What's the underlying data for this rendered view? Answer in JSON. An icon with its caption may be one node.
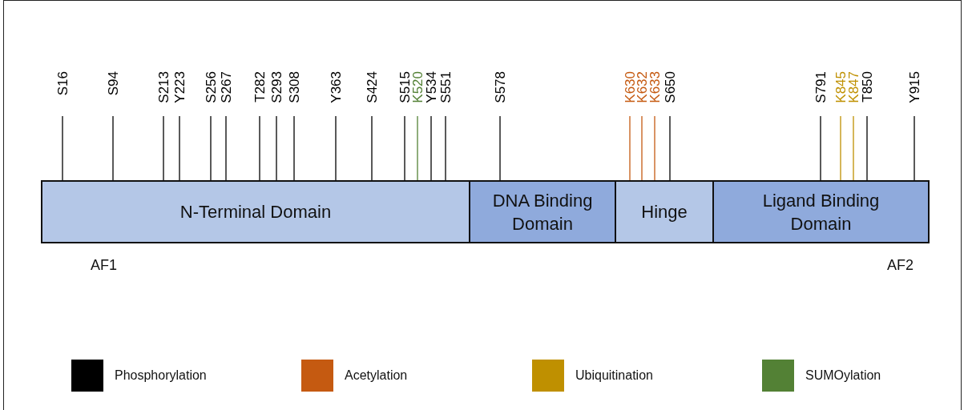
{
  "diagram": {
    "nodes": [
      {
        "text": [
          "S16"
        ]
      },
      {
        "text": [
          "S94"
        ]
      },
      {
        "text": [
          "S213"
        ]
      },
      {
        "text": [
          "Y223"
        ]
      },
      {
        "text": [
          "S256"
        ]
      },
      {
        "text": [
          "S267"
        ]
      },
      {
        "text": [
          "T282"
        ]
      },
      {
        "text": [
          "S293"
        ]
      },
      {
        "text": [
          "S308"
        ]
      },
      {
        "text": [
          "Y363"
        ]
      },
      {
        "text": [
          "S424"
        ]
      },
      {
        "text": [
          "S515"
        ]
      },
      {
        "text": [
          "K520"
        ]
      },
      {
        "text": [
          "Y534"
        ]
      },
      {
        "text": [
          "S551"
        ]
      },
      {
        "text": [
          "S578"
        ]
      },
      {
        "text": [
          "K630"
        ]
      },
      {
        "text": [
          "K632"
        ]
      },
      {
        "text": [
          "K633"
        ]
      },
      {
        "text": [
          "S650"
        ]
      },
      {
        "text": [
          "S791"
        ]
      },
      {
        "text": [
          "K845"
        ]
      },
      {
        "text": [
          "K847"
        ]
      },
      {
        "text": [
          "T850"
        ]
      },
      {
        "text": [
          "Y915"
        ]
      },
      {
        "text": [
          "N-Terminal Domain"
        ]
      },
      {
        "text": [
          "DNA Binding Domain"
        ]
      },
      {
        "text": [
          "Hinge"
        ]
      },
      {
        "text": [
          "Ligand Binding Domain"
        ]
      }
    ],
    "edges": [
      {
        "from": 0,
        "to": 25,
        "arrow": "none"
      },
      {
        "from": 1,
        "to": 25,
        "arrow": "none"
      },
      {
        "from": 2,
        "to": 25,
        "arrow": "none"
      },
      {
        "from": 3,
        "to": 25,
        "arrow": "none"
      },
      {
        "from": 4,
        "to": 25,
        "arrow": "none"
      },
      {
        "from": 5,
        "to": 25,
        "arrow": "none"
      },
      {
        "from": 6,
        "to": 25,
        "arrow": "none"
      },
      {
        "from": 7,
        "to": 25,
        "arrow": "none"
      },
      {
        "from": 8,
        "to": 25,
        "arrow": "none"
      },
      {
        "from": 9,
        "to": 25,
        "arrow": "none"
      },
      {
        "from": 10,
        "to": 25,
        "arrow": "none"
      },
      {
        "from": 11,
        "to": 25,
        "arrow": "none"
      },
      {
        "from": 12,
        "to": 25,
        "arrow": "none",
        "color": "#538135"
      },
      {
        "from": 13,
        "to": 25,
        "arrow": "none"
      },
      {
        "from": 14,
        "to": 25,
        "arrow": "none"
      },
      {
        "from": 15,
        "to": 26,
        "arrow": "none"
      },
      {
        "from": 16,
        "to": 27,
        "arrow": "none",
        "color": "#c55a11"
      },
      {
        "from": 17,
        "to": 27,
        "arrow": "none",
        "color": "#c55a11"
      },
      {
        "from": 18,
        "to": 27,
        "arrow": "none",
        "color": "#c55a11"
      },
      {
        "from": 19,
        "to": 27,
        "arrow": "none"
      },
      {
        "from": 20,
        "to": 28,
        "arrow": "none"
      },
      {
        "from": 21,
        "to": 28,
        "arrow": "none",
        "color": "#bf9000"
      },
      {
        "from": 22,
        "to": 28,
        "arrow": "none",
        "color": "#bf9000"
      },
      {
        "from": 23,
        "to": 28,
        "arrow": "none"
      },
      {
        "from": 24,
        "to": 28,
        "arrow": "none"
      }
    ],
    "labels": [
      "AF1",
      "AF2"
    ],
    "legend": [
      {
        "text": "Phosphorylation",
        "color": "#000000"
      },
      {
        "text": "Acetylation",
        "color": "#c55a11"
      },
      {
        "text": "Ubiquitination",
        "color": "#bf9000"
      },
      {
        "text": "SUMOylation",
        "color": "#538135"
      }
    ]
  }
}
